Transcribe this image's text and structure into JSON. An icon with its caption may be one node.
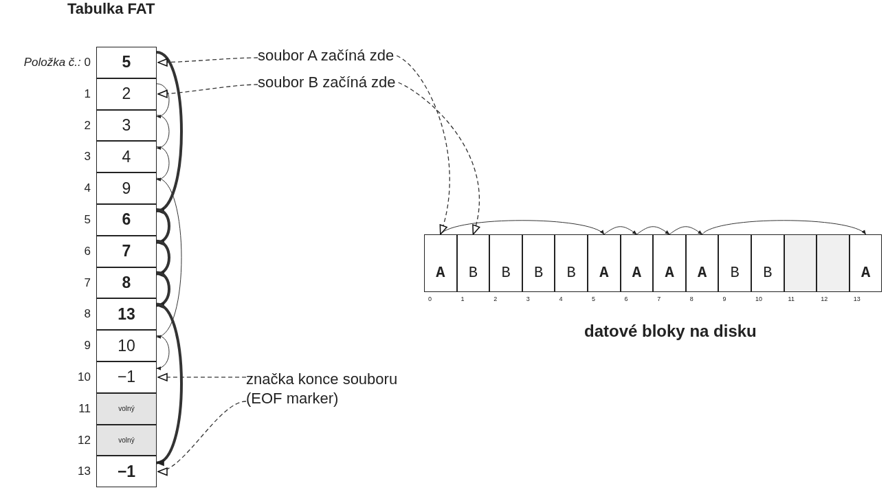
{
  "diagram": {
    "nodes": [
      {
        "text": [
          "5"
        ],
        "beside": [
          "*Položka č.:* 0"
        ]
      },
      {
        "text": [
          "2"
        ],
        "beside": [
          "1"
        ]
      },
      {
        "text": [
          "3"
        ],
        "beside": [
          "2"
        ]
      },
      {
        "text": [
          "4"
        ],
        "beside": [
          "3"
        ]
      },
      {
        "text": [
          "9"
        ],
        "beside": [
          "4"
        ]
      },
      {
        "text": [
          "6"
        ],
        "beside": [
          "5"
        ]
      },
      {
        "text": [
          "7"
        ],
        "beside": [
          "6"
        ]
      },
      {
        "text": [
          "8"
        ],
        "beside": [
          "7"
        ]
      },
      {
        "text": [
          "13"
        ],
        "beside": [
          "8"
        ]
      },
      {
        "text": [
          "10"
        ],
        "beside": [
          "9"
        ]
      },
      {
        "text": [
          "−1"
        ],
        "beside": [
          "10"
        ]
      },
      {
        "text": [
          "volný"
        ],
        "beside": [
          "11"
        ]
      },
      {
        "text": [
          "volný"
        ],
        "beside": [
          "12"
        ]
      },
      {
        "text": [
          "−1"
        ],
        "beside": [
          "13"
        ]
      },
      {
        "text": [
          "A"
        ],
        "beside": [
          "0"
        ]
      },
      {
        "text": [
          "B"
        ],
        "beside": [
          "1"
        ]
      },
      {
        "text": [
          "B"
        ],
        "beside": [
          "2"
        ]
      },
      {
        "text": [
          "B"
        ],
        "beside": [
          "3"
        ]
      },
      {
        "text": [
          "B"
        ],
        "beside": [
          "4"
        ]
      },
      {
        "text": [
          "A"
        ],
        "beside": [
          "5"
        ]
      },
      {
        "text": [
          "A"
        ],
        "beside": [
          "6"
        ]
      },
      {
        "text": [
          "A"
        ],
        "beside": [
          "7"
        ]
      },
      {
        "text": [
          "A"
        ],
        "beside": [
          "8"
        ]
      },
      {
        "text": [
          "B"
        ],
        "beside": [
          "9"
        ]
      },
      {
        "text": [
          "B"
        ],
        "beside": [
          "10"
        ]
      },
      {
        "text": [],
        "shape": "box",
        "beside": [
          "11"
        ]
      },
      {
        "text": [],
        "shape": "box",
        "beside": [
          "12"
        ]
      },
      {
        "text": [
          "A"
        ],
        "beside": [
          "13"
        ]
      },
      {
        "text": [
          "soubor A začíná zde"
        ]
      },
      {
        "text": [
          "soubor B začíná zde"
        ]
      },
      {
        "text": [
          "značka konce souboru (EOF marker)"
        ]
      }
    ],
    "edges": [
      {
        "from": 0,
        "to": 5,
        "arrow": "to",
        "style": "thick"
      },
      {
        "from": 5,
        "to": 6,
        "arrow": "to",
        "style": "thick"
      },
      {
        "from": 6,
        "to": 7,
        "arrow": "to",
        "style": "thick"
      },
      {
        "from": 7,
        "to": 8,
        "arrow": "to",
        "style": "thick"
      },
      {
        "from": 8,
        "to": 13,
        "arrow": "to",
        "style": "thick"
      },
      {
        "from": 1,
        "to": 2,
        "arrow": "to"
      },
      {
        "from": 2,
        "to": 3,
        "arrow": "to"
      },
      {
        "from": 3,
        "to": 4,
        "arrow": "to"
      },
      {
        "from": 4,
        "to": 9,
        "arrow": "to"
      },
      {
        "from": 9,
        "to": 10,
        "arrow": "to"
      },
      {
        "from": 14,
        "to": 19,
        "arrow": "to"
      },
      {
        "from": 19,
        "to": 20,
        "arrow": "to"
      },
      {
        "from": 20,
        "to": 21,
        "arrow": "to"
      },
      {
        "from": 21,
        "to": 22,
        "arrow": "to"
      },
      {
        "from": 22,
        "to": 27,
        "arrow": "to"
      },
      {
        "from": 28,
        "to": 0,
        "arrow": "to",
        "style": "dashed"
      },
      {
        "from": 29,
        "to": 1,
        "arrow": "to",
        "style": "dashed"
      },
      {
        "from": 28,
        "to": 14,
        "arrow": "to",
        "style": "dashed"
      },
      {
        "from": 29,
        "to": 15,
        "arrow": "to",
        "style": "dashed"
      },
      {
        "from": 30,
        "to": 10,
        "arrow": "to",
        "style": "dashed"
      },
      {
        "from": 30,
        "to": 13,
        "arrow": "to",
        "style": "dashed"
      }
    ],
    "labels": [
      "Tabulka FAT",
      "datové bloky na disku"
    ]
  }
}
